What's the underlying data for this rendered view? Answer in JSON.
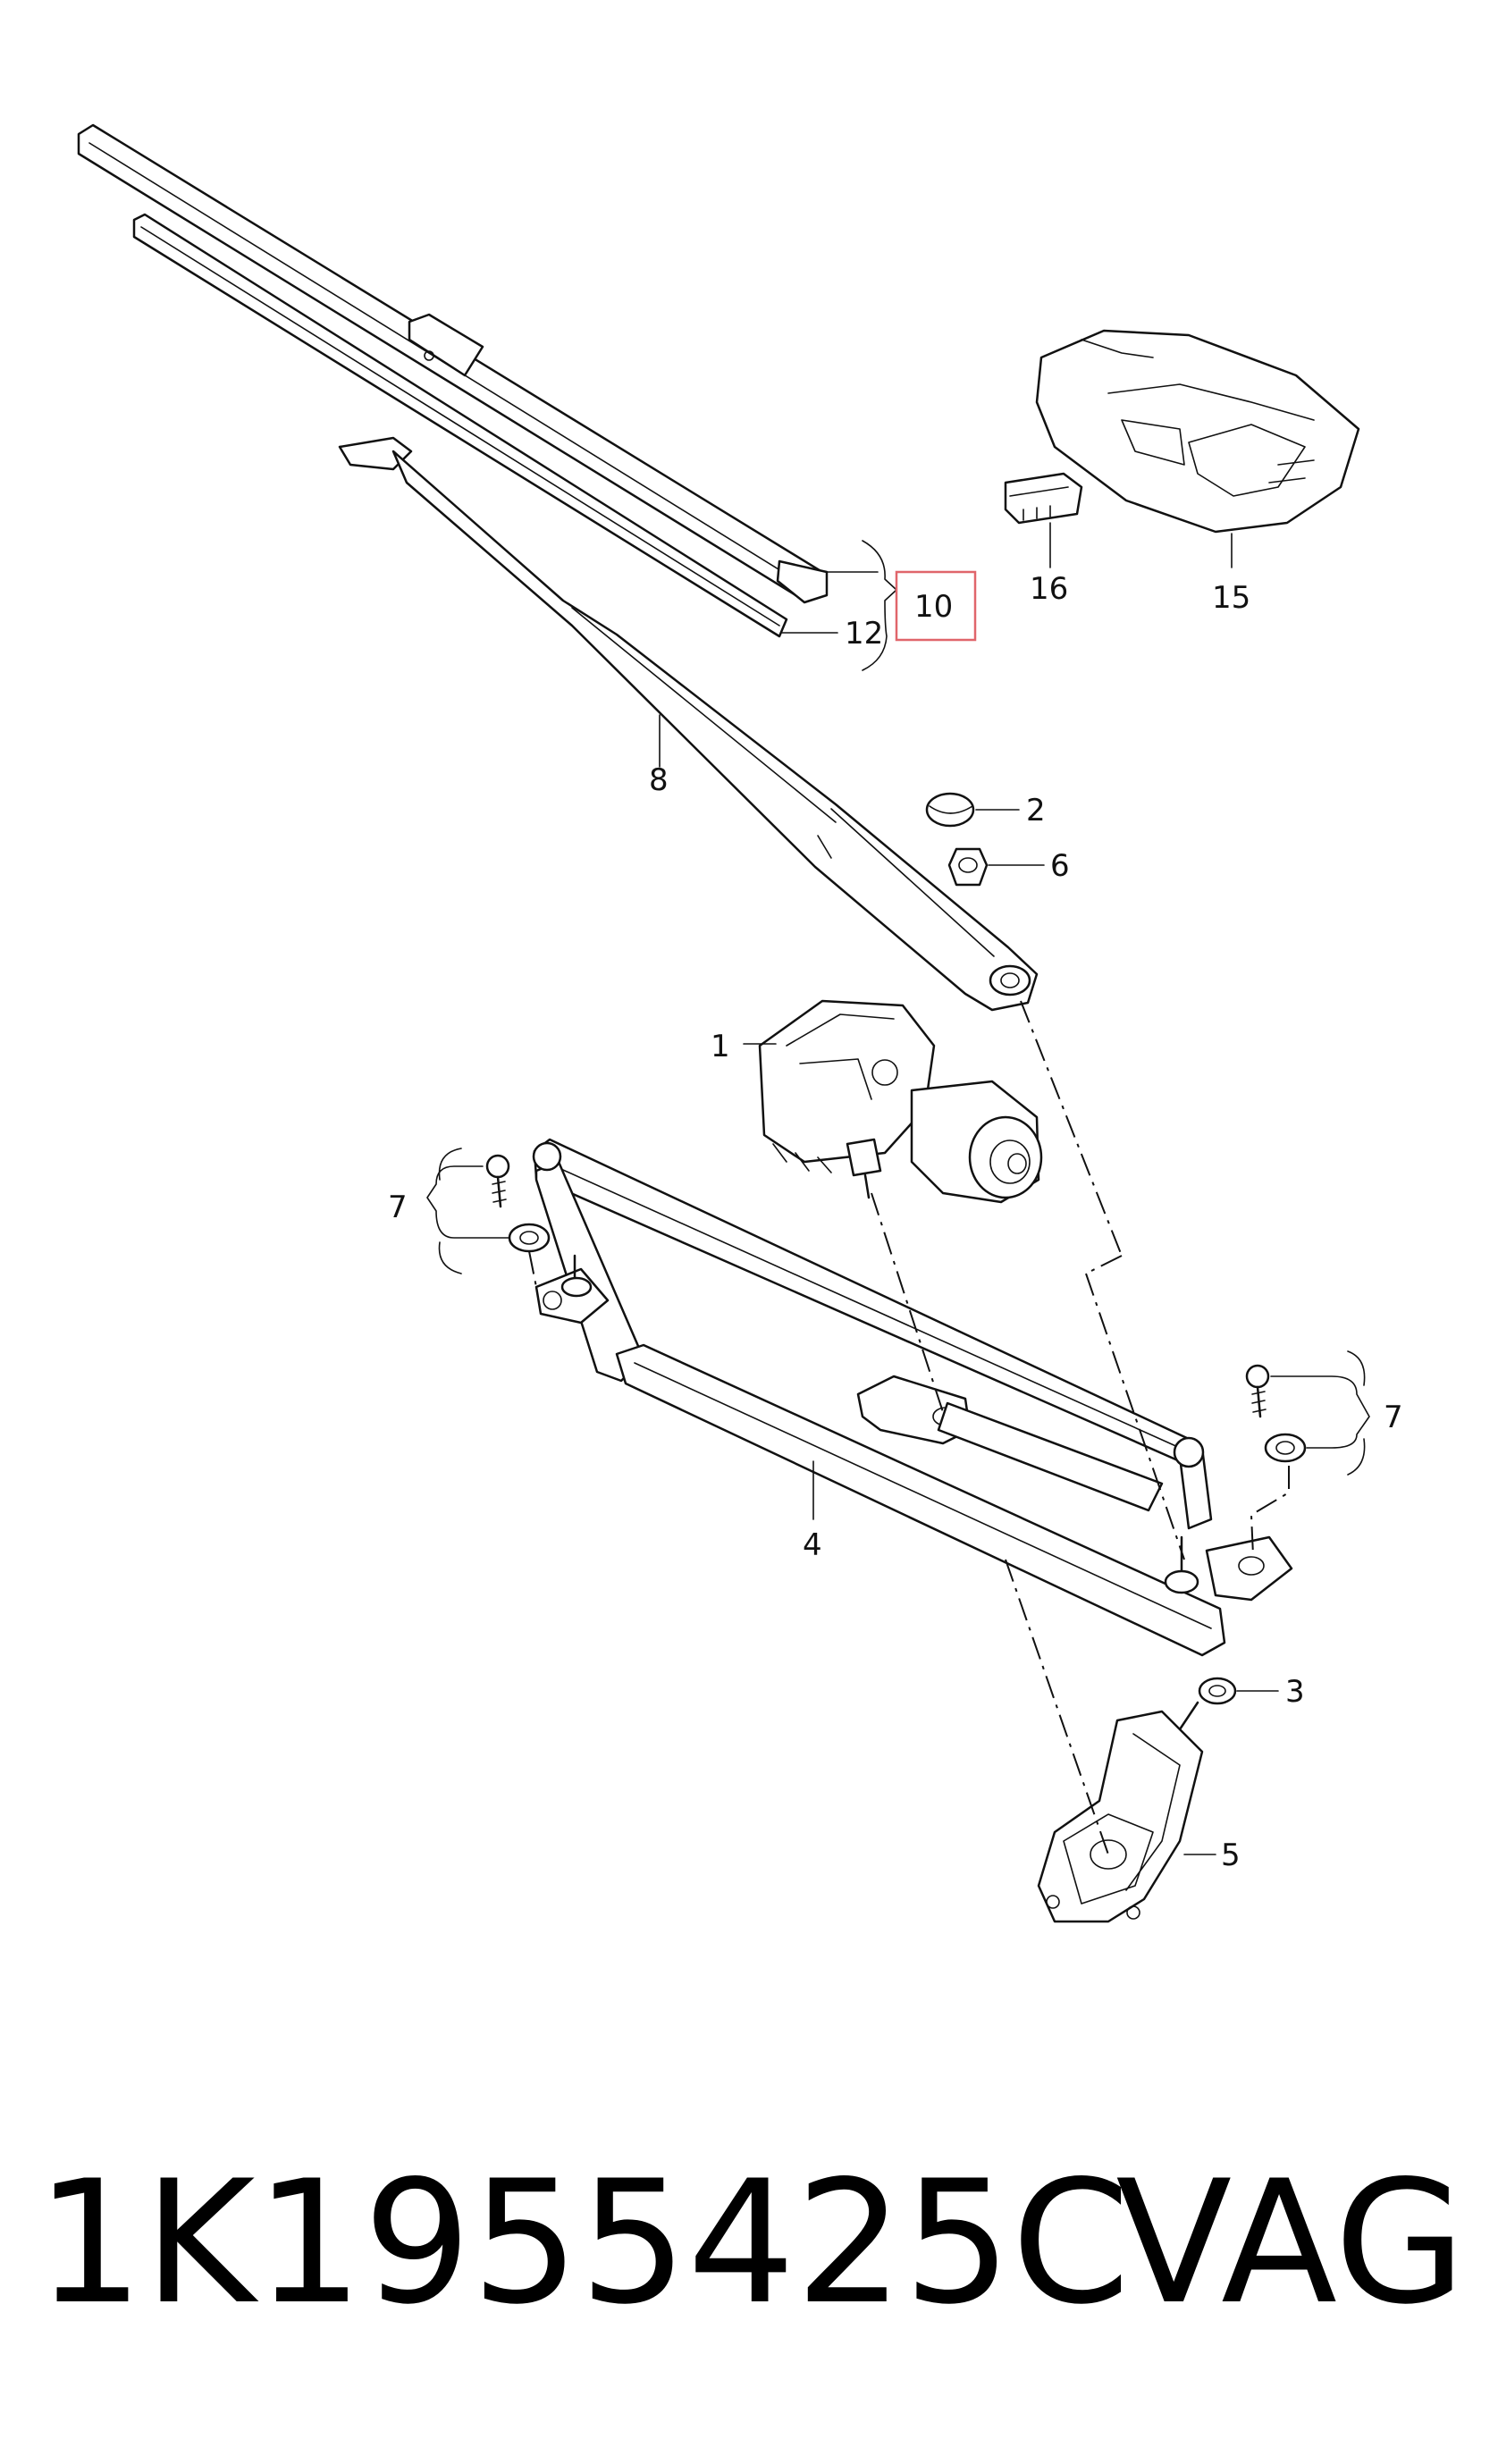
{
  "diagram": {
    "highlight_color": "#e0656b",
    "callouts": {
      "p1": "1",
      "p2": "2",
      "p3": "3",
      "p4": "4",
      "p5": "5",
      "p6": "6",
      "p7_left": "7",
      "p7_right": "7",
      "p8": "8",
      "p10": "10",
      "p12": "12",
      "p15": "15",
      "p16": "16"
    }
  },
  "footer": {
    "part_number": "1K1955425C",
    "brand": "VAG"
  }
}
